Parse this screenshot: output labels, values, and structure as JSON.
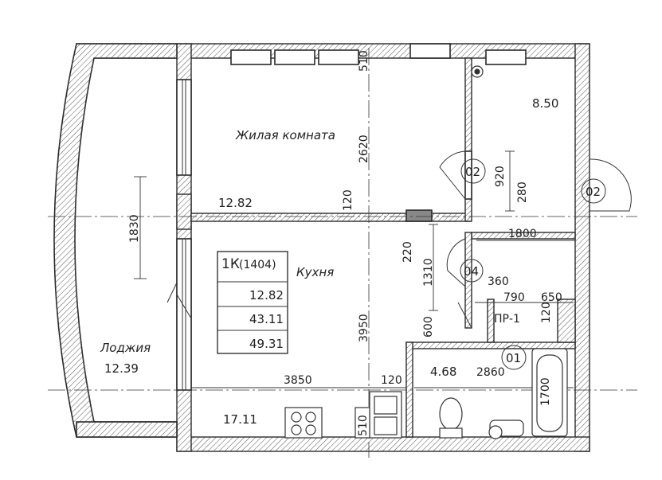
{
  "rooms": {
    "living_name": "Жилая комната",
    "living_area": "12.82",
    "kitchen_name": "Кухня",
    "kitchen_area": "17.11",
    "loggia_name": "Лоджия",
    "loggia_area": "12.39",
    "room_right_area": "8.50",
    "bath_area": "4.68"
  },
  "info_table": {
    "code": "1К",
    "code_num": "(1404)",
    "area_living": "12.82",
    "area_total": "43.11",
    "area_with_loggia": "49.31"
  },
  "dims": {
    "d510_top": "510",
    "d2620": "2620",
    "d120_a": "120",
    "d1830": "1830",
    "d3950": "3950",
    "d3850": "3850",
    "d120_b": "120",
    "d920": "920",
    "d280": "280",
    "d1800": "1800",
    "d220": "220",
    "d1310": "1310",
    "d360": "360",
    "d790": "790",
    "d650": "650",
    "d120_c": "120",
    "d600": "600",
    "d2860": "2860",
    "d1700": "1700",
    "d510_bottom": "510"
  },
  "markers": {
    "m02_a": "02",
    "m02_b": "02",
    "m04": "04",
    "m01": "01",
    "pr1": "ПР-1"
  }
}
